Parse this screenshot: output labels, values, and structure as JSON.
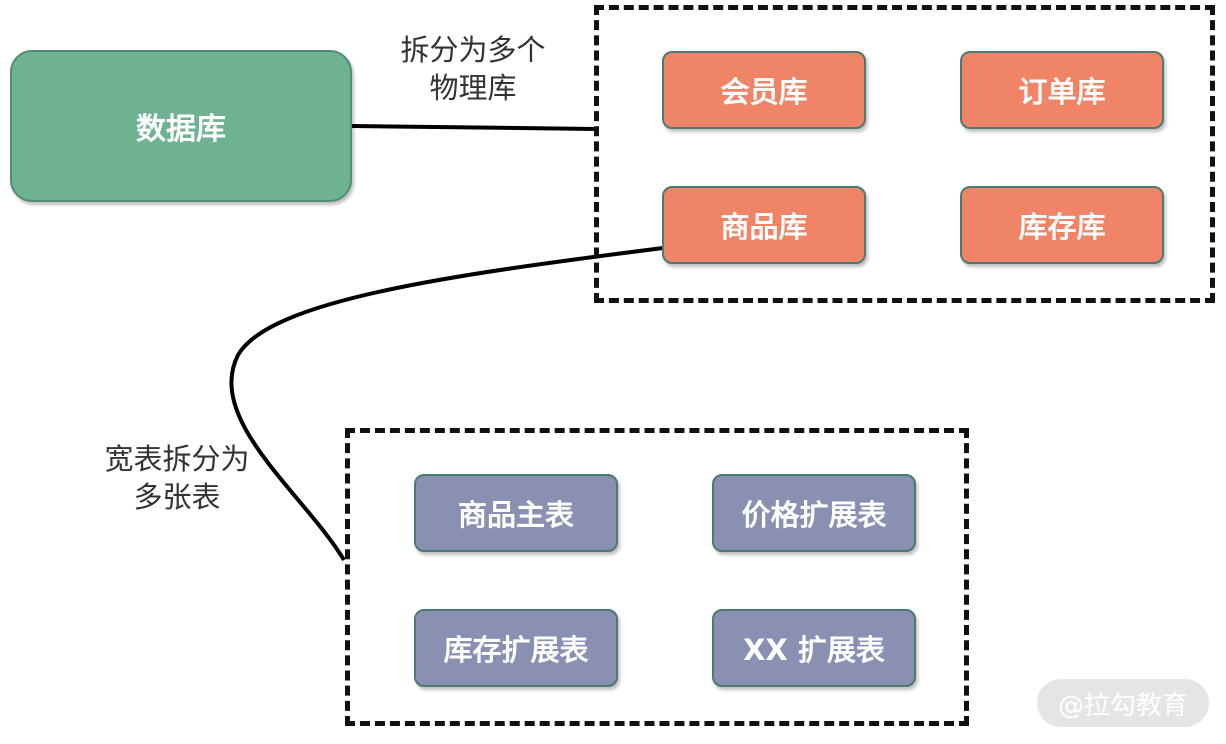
{
  "source_node": {
    "label": "数据库"
  },
  "edge_labels": {
    "physical_split": "拆分为多个\n物理库",
    "table_split": "宽表拆分为\n多张表"
  },
  "physical_databases": [
    {
      "label": "会员库"
    },
    {
      "label": "订单库"
    },
    {
      "label": "商品库"
    },
    {
      "label": "库存库"
    }
  ],
  "split_tables": [
    {
      "label": "商品主表"
    },
    {
      "label": "价格扩展表"
    },
    {
      "label": "库存扩展表"
    },
    {
      "label": "XX 扩展表"
    }
  ],
  "watermark": "@拉勾教育",
  "colors": {
    "database_node": "#6db391",
    "physical_db_node": "#f08466",
    "table_node": "#8a90b2",
    "connector": "#000000"
  }
}
